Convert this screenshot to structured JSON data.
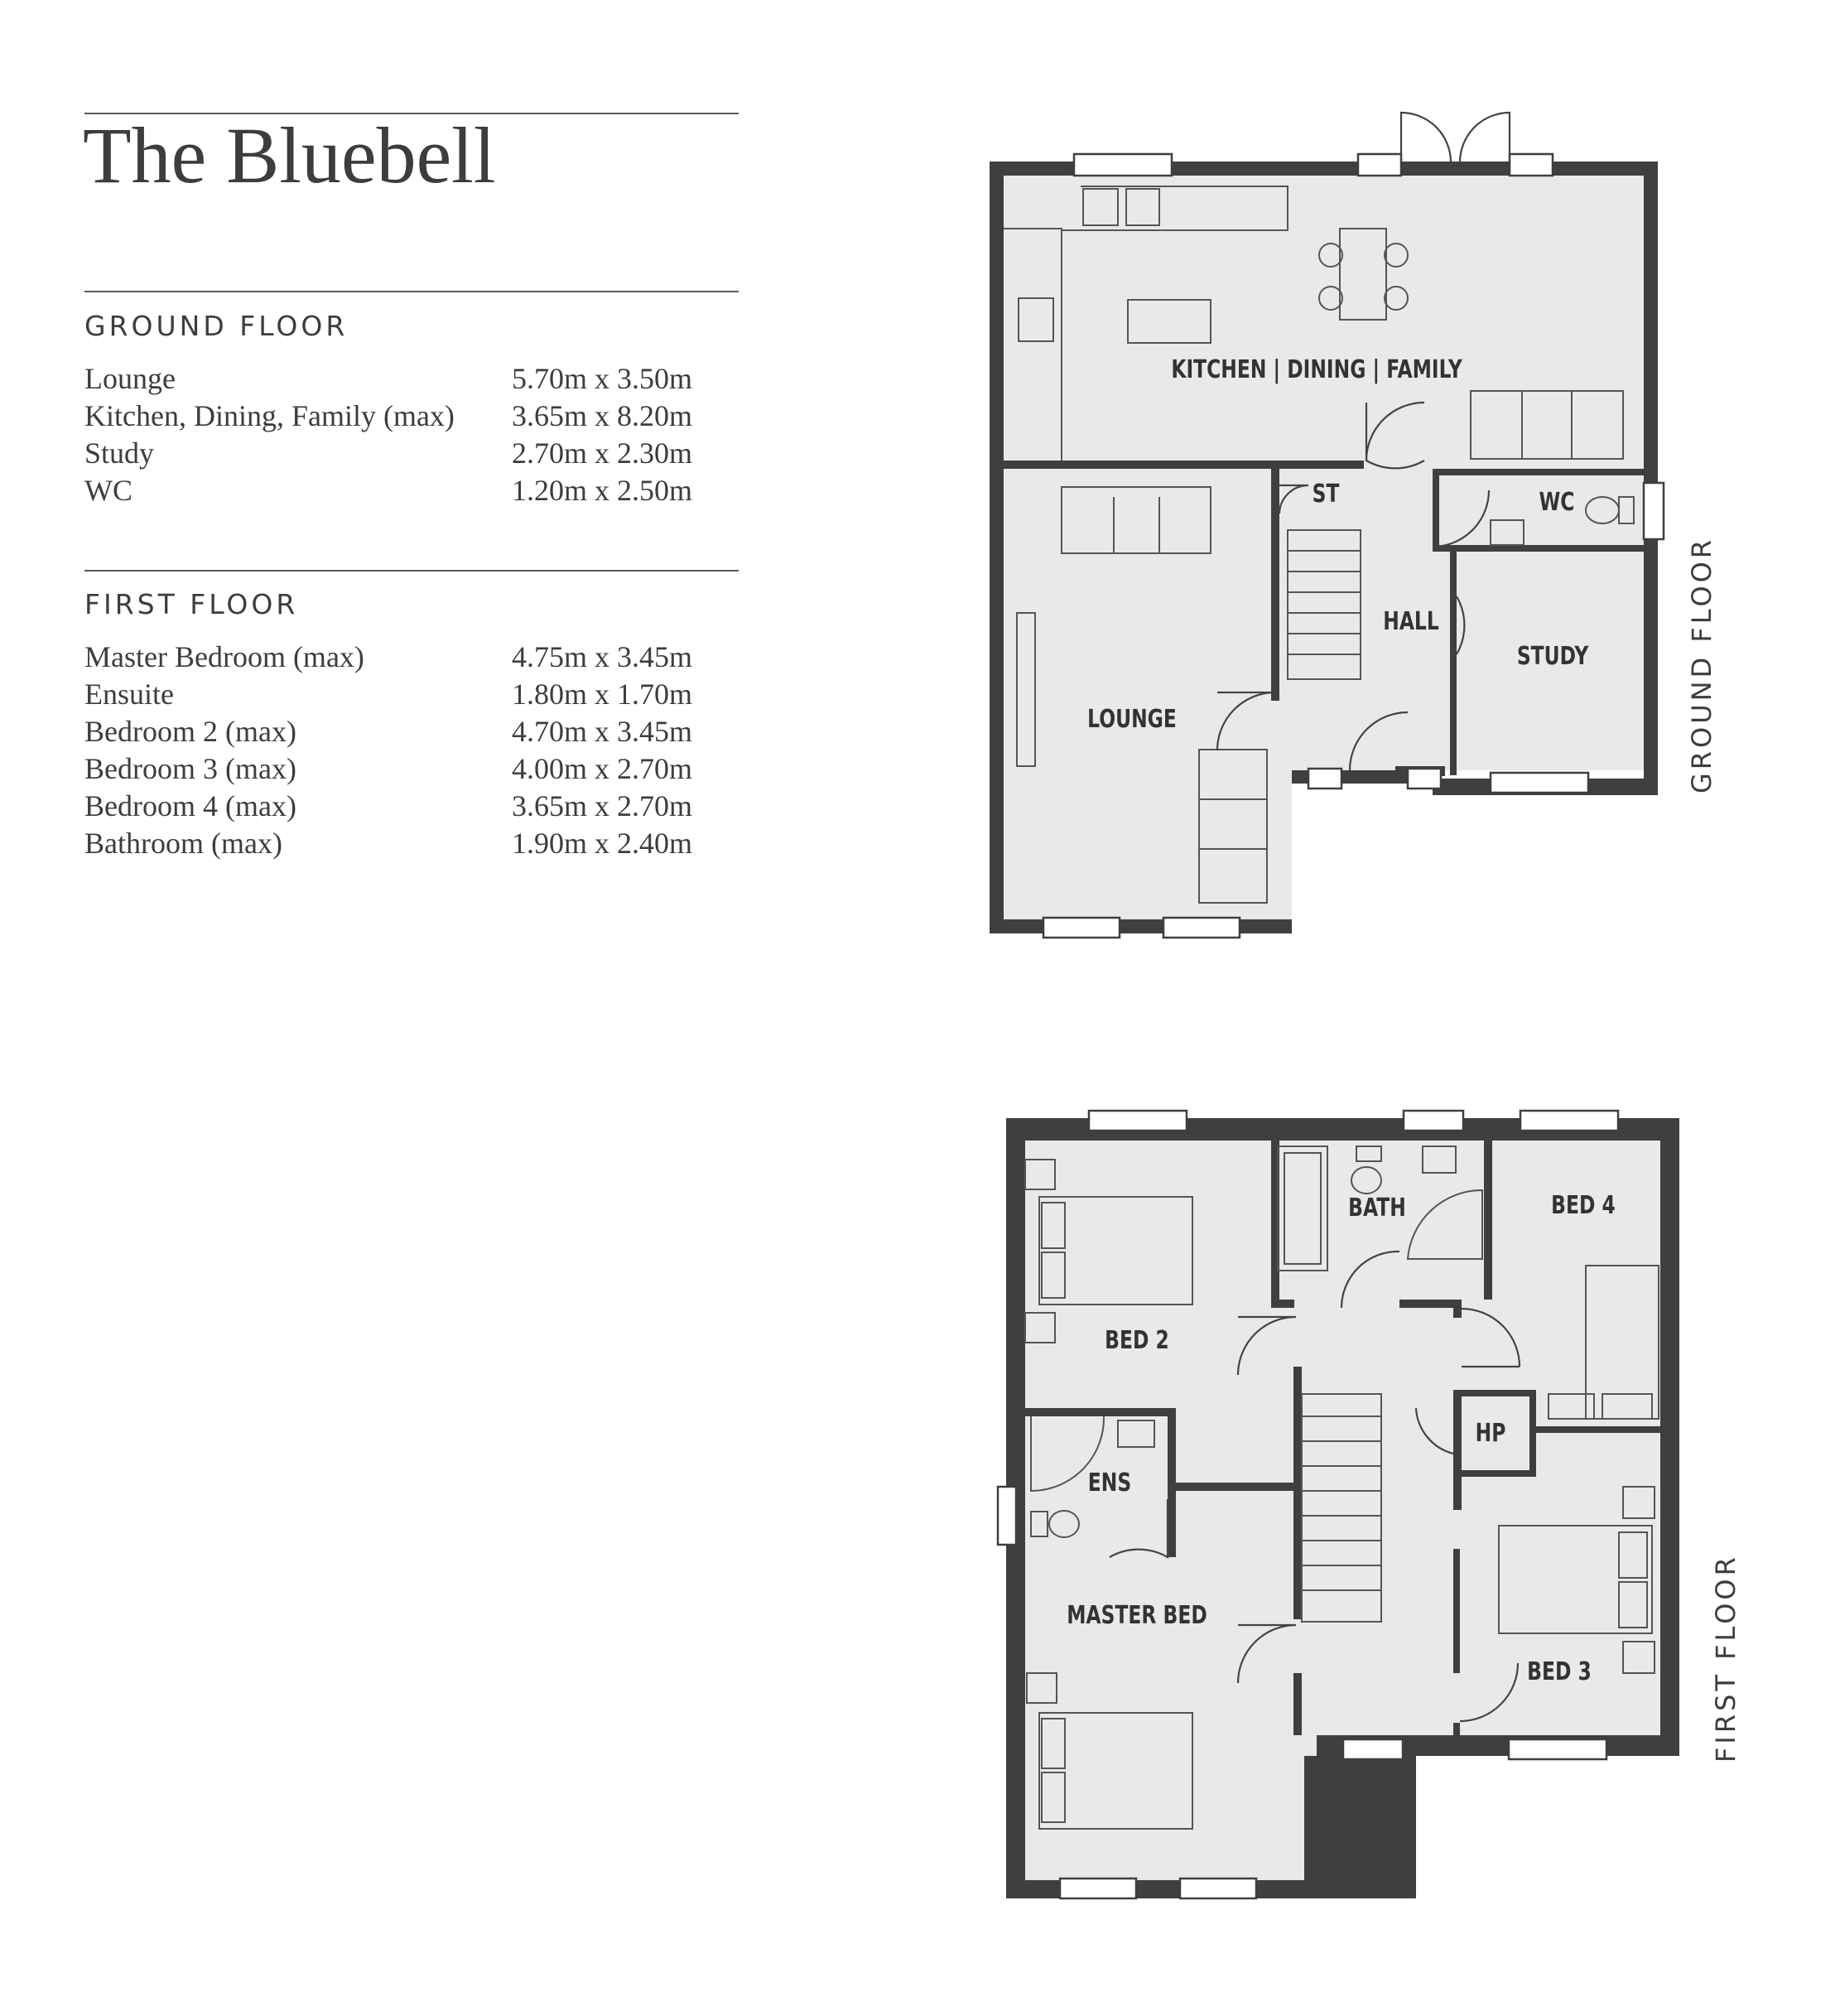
{
  "title": "The Bluebell",
  "ground_floor": {
    "heading": "GROUND FLOOR",
    "rooms": [
      {
        "name": "Lounge",
        "dims": "5.70m x 3.50m"
      },
      {
        "name": "Kitchen, Dining, Family (max)",
        "dims": "3.65m x 8.20m"
      },
      {
        "name": "Study",
        "dims": "2.70m x 2.30m"
      },
      {
        "name": "WC",
        "dims": "1.20m x 2.50m"
      }
    ],
    "plan_label": "GROUND FLOOR",
    "labels": {
      "kitchen": "KITCHEN | DINING | FAMILY",
      "st": "ST",
      "wc": "WC",
      "hall": "HALL",
      "study": "STUDY",
      "lounge": "LOUNGE"
    }
  },
  "first_floor": {
    "heading": "FIRST FLOOR",
    "rooms": [
      {
        "name": "Master Bedroom (max)",
        "dims": "4.75m x 3.45m"
      },
      {
        "name": "Ensuite",
        "dims": "1.80m x 1.70m"
      },
      {
        "name": "Bedroom 2 (max)",
        "dims": "4.70m x 3.45m"
      },
      {
        "name": "Bedroom 3 (max)",
        "dims": "4.00m x 2.70m"
      },
      {
        "name": "Bedroom 4 (max)",
        "dims": "3.65m x 2.70m"
      },
      {
        "name": "Bathroom (max)",
        "dims": "1.90m x 2.40m"
      }
    ],
    "plan_label": "FIRST FLOOR",
    "labels": {
      "bath": "BATH",
      "bed4": "BED 4",
      "bed2": "BED 2",
      "hp": "HP",
      "ens": "ENS",
      "master": "MASTER BED",
      "bed3": "BED 3"
    }
  }
}
